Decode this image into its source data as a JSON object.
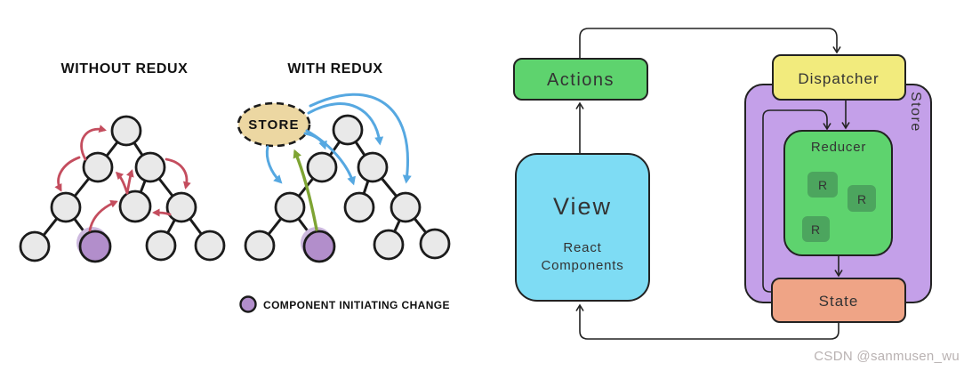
{
  "left_panel": {
    "title_without": "WITHOUT REDUX",
    "title_with": "WITH REDUX",
    "store_label": "STORE",
    "legend_label": "COMPONENT INITIATING CHANGE"
  },
  "right_panel": {
    "actions_label": "Actions",
    "dispatcher_label": "Dispatcher",
    "store_label": "Store",
    "reducer_label": "Reducer",
    "reducer_r_labels": [
      "R",
      "R",
      "R"
    ],
    "state_label": "State",
    "view_label": "View",
    "view_sublabel_line1": "React",
    "view_sublabel_line2": "Components"
  },
  "watermark": "CSDN @sanmusen_wu",
  "colors": {
    "node_fill": "#e9e9e9",
    "node_stroke": "#1b1b1b",
    "purple_node": "#b28ecb",
    "purple_shadow": "#cdb9df",
    "store_ellipse": "#ecd7a2",
    "red_arrow": "#c44d5e",
    "blue_arrow": "#56a8e1",
    "green_arrow": "#7ea433",
    "box_green": "#5ed36e",
    "box_green_dark": "#4ca55e",
    "box_yellow": "#f2eb7d",
    "box_purple": "#c4a0e9",
    "box_blue": "#7edcf4",
    "box_salmon": "#efa486",
    "line_dark": "#222222",
    "text_dark": "#111111",
    "text_box": "#333333",
    "watermark": "#b9b2b2"
  }
}
